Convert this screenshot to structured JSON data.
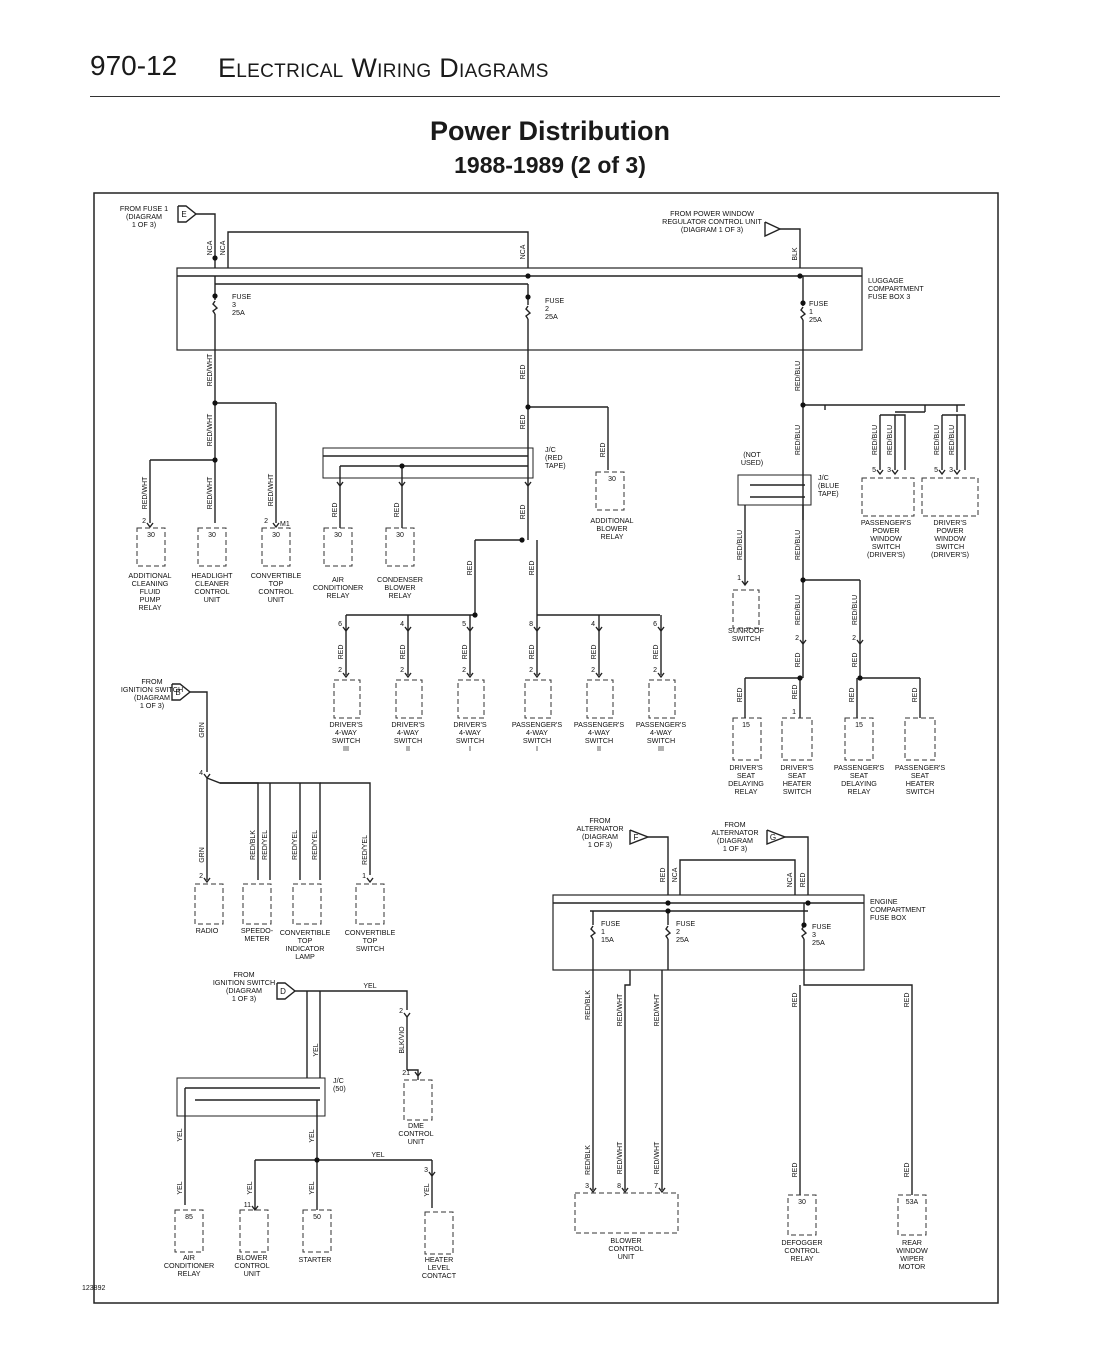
{
  "header": {
    "page_number": "970-12",
    "section_title": "Electrical Wiring Diagrams"
  },
  "title": "Power Distribution",
  "subtitle": "1988-1989 (2 of 3)",
  "figure_id": "123892",
  "diagram": {
    "boxes": {
      "luggage": [
        "LUGGAGE",
        "COMPARTMENT",
        "FUSE BOX 3"
      ],
      "engine": [
        "ENGINE",
        "COMPARTMENT",
        "FUSE BOX"
      ]
    },
    "sources": {
      "fuse1": [
        "FROM FUSE 1",
        "(DIAGRAM",
        "1 OF 3)"
      ],
      "fuse1_letter": "E",
      "power_window": [
        "FROM POWER WINDOW",
        "REGULATOR CONTROL UNIT",
        "(DIAGRAM 1 OF 3)"
      ],
      "ign_b": [
        "FROM",
        "IGNITION SWITCH",
        "(DIAGRAM",
        "1 OF 3)"
      ],
      "ign_b_letter": "B",
      "ign_d": [
        "FROM",
        "IGNITION SWITCH",
        "(DIAGRAM",
        "1 OF 3)"
      ],
      "ign_d_letter": "D",
      "alt_f": [
        "FROM",
        "ALTERNATOR",
        "(DIAGRAM",
        "1 OF 3)"
      ],
      "alt_f_letter": "F",
      "alt_g": [
        "FROM",
        "ALTERNATOR",
        "(DIAGRAM",
        "1 OF 3)"
      ],
      "alt_g_letter": "G"
    },
    "fuses": {
      "lf3": [
        "FUSE",
        "3",
        "25A"
      ],
      "lf2": [
        "FUSE",
        "2",
        "25A"
      ],
      "lf1": [
        "FUSE",
        "1",
        "25A"
      ],
      "ef1": [
        "FUSE",
        "1",
        "15A"
      ],
      "ef2": [
        "FUSE",
        "2",
        "25A"
      ],
      "ef3": [
        "FUSE",
        "3",
        "25A"
      ]
    },
    "junctions": {
      "red_tape": [
        "J/C",
        "(RED",
        "TAPE)"
      ],
      "blue_tape": [
        "J/C",
        "(BLUE",
        "TAPE)"
      ],
      "j50": [
        "J/C",
        "(50)"
      ],
      "not_used": [
        "(NOT",
        "USED)"
      ]
    },
    "wires": {
      "nca": "NCA",
      "blk": "BLK",
      "red": "RED",
      "red_wht": "RED/WHT",
      "red_blu": "RED/BLU",
      "grn": "GRN",
      "red_blk": "RED/BLK",
      "red_yel": "RED/YEL",
      "yel": "YEL",
      "blk_vio": "BLK/VIO"
    },
    "pins": {
      "p1": "1",
      "p2": "2",
      "p3": "3",
      "p4": "4",
      "p5": "5",
      "p6": "6",
      "p7": "7",
      "p8": "8",
      "p11": "11",
      "p15": "15",
      "p21": "21",
      "p30": "30",
      "p50": "50",
      "p53a": "53A",
      "p85": "85",
      "m1": "M1"
    },
    "components": {
      "add_clean": [
        "ADDITIONAL",
        "CLEANING",
        "FLUID",
        "PUMP",
        "RELAY"
      ],
      "headlight": [
        "HEADLIGHT",
        "CLEANER",
        "CONTROL",
        "UNIT"
      ],
      "conv_top": [
        "CONVERTIBLE",
        "TOP",
        "CONTROL",
        "UNIT"
      ],
      "ac_relay": [
        "AIR",
        "CONDITIONER",
        "RELAY"
      ],
      "condenser": [
        "CONDENSER",
        "BLOWER",
        "RELAY"
      ],
      "add_blower": [
        "ADDITIONAL",
        "BLOWER",
        "RELAY"
      ],
      "sunroof": [
        "SUNROOF",
        "SWITCH"
      ],
      "pass_pw": [
        "PASSENGER'S",
        "POWER",
        "WINDOW",
        "SWITCH",
        "(DRIVER'S)"
      ],
      "drv_pw": [
        "DRIVER'S",
        "POWER",
        "WINDOW",
        "SWITCH",
        "(DRIVER'S)"
      ],
      "drv_sw3": [
        "DRIVER'S",
        "4-WAY",
        "SWITCH",
        "III"
      ],
      "drv_sw2": [
        "DRIVER'S",
        "4-WAY",
        "SWITCH",
        "II"
      ],
      "drv_sw1": [
        "DRIVER'S",
        "4-WAY",
        "SWITCH",
        "I"
      ],
      "pas_sw1": [
        "PASSENGER'S",
        "4-WAY",
        "SWITCH",
        "I"
      ],
      "pas_sw2": [
        "PASSENGER'S",
        "4-WAY",
        "SWITCH",
        "II"
      ],
      "pas_sw3": [
        "PASSENGER'S",
        "4-WAY",
        "SWITCH",
        "III"
      ],
      "drv_delay": [
        "DRIVER'S",
        "SEAT",
        "DELAYING",
        "RELAY"
      ],
      "drv_heater": [
        "DRIVER'S",
        "SEAT",
        "HEATER",
        "SWITCH"
      ],
      "pas_delay": [
        "PASSENGER'S",
        "SEAT",
        "DELAYING",
        "RELAY"
      ],
      "pas_heater": [
        "PASSENGER'S",
        "SEAT",
        "HEATER",
        "SWITCH"
      ],
      "radio": [
        "RADIO"
      ],
      "speedo": [
        "SPEEDO-",
        "METER"
      ],
      "conv_ind": [
        "CONVERTIBLE",
        "TOP",
        "INDICATOR",
        "LAMP"
      ],
      "conv_sw": [
        "CONVERTIBLE",
        "TOP",
        "SWITCH"
      ],
      "dme": [
        "DME",
        "CONTROL",
        "UNIT"
      ],
      "ac_relay2": [
        "AIR",
        "CONDITIONER",
        "RELAY"
      ],
      "blower_cu": [
        "BLOWER",
        "CONTROL",
        "UNIT"
      ],
      "starter": [
        "STARTER"
      ],
      "heater_lvl": [
        "HEATER",
        "LEVEL",
        "CONTACT"
      ],
      "blower_cu2": [
        "BLOWER",
        "CONTROL",
        "UNIT"
      ],
      "defogger": [
        "DEFOGGER",
        "CONTROL",
        "RELAY"
      ],
      "rear_wiper": [
        "REAR",
        "WINDOW",
        "WIPER",
        "MOTOR"
      ]
    }
  }
}
